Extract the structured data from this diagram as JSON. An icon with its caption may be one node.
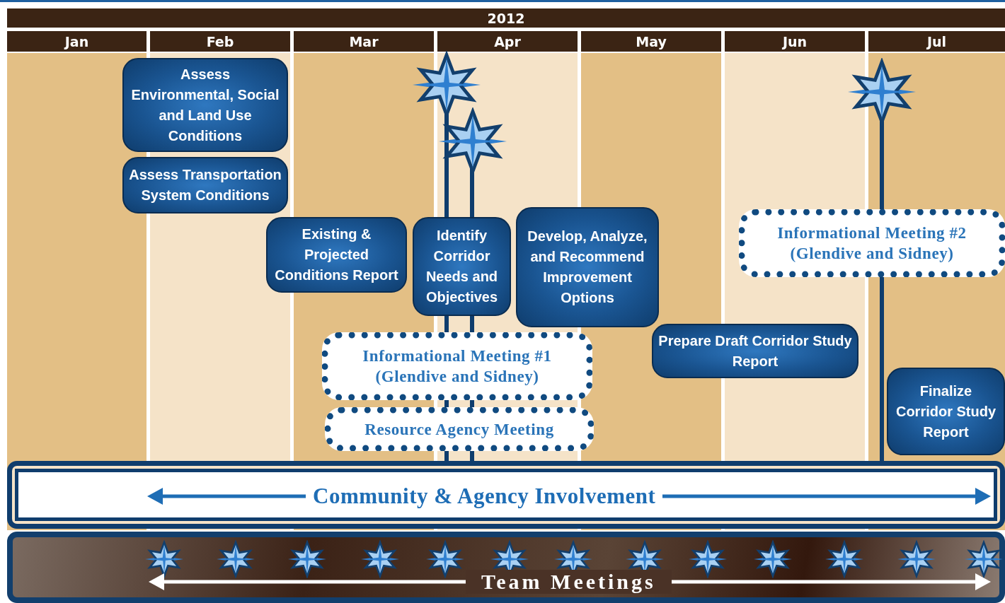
{
  "diagram": {
    "title": "2012",
    "nodes": [
      {
        "text": [
          "Assess Environmental, Social and Land Use Conditions"
        ]
      },
      {
        "text": [
          "Assess Transportation System Conditions"
        ]
      },
      {
        "text": [
          "Existing & Projected Conditions Report"
        ]
      },
      {
        "text": [
          "Identify Corridor Needs and Objectives"
        ]
      },
      {
        "text": [
          "Develop, Analyze, and Recommend Improvement Options"
        ]
      },
      {
        "text": [
          "Informational Meeting #2 (Glendive and Sidney)"
        ]
      },
      {
        "text": [
          "Informational Meeting #1 (Glendive and Sidney)"
        ]
      },
      {
        "text": [
          "Prepare Draft Corridor Study Report"
        ]
      },
      {
        "text": [
          "Resource Agency Meeting"
        ]
      },
      {
        "text": [
          "Finalize Corridor Study Report"
        ]
      },
      {
        "text": [
          "Community & Agency Involvement"
        ]
      },
      {
        "text": [
          "Team Meetings"
        ]
      },
      {
        "text": [],
        "shape": "star"
      },
      {
        "text": [],
        "shape": "star"
      },
      {
        "text": [],
        "shape": "star"
      }
    ],
    "edges": [
      {
        "from": 12,
        "to": 3,
        "arrow": "none"
      },
      {
        "from": 13,
        "to": 3,
        "arrow": "none"
      },
      {
        "from": 3,
        "to": 6,
        "arrow": "none"
      },
      {
        "from": 3,
        "to": 6,
        "arrow": "none"
      },
      {
        "from": 6,
        "to": 8,
        "arrow": "none"
      },
      {
        "from": 6,
        "to": 8,
        "arrow": "none"
      },
      {
        "from": 8,
        "to": 10,
        "arrow": "other"
      },
      {
        "from": 8,
        "to": 10,
        "arrow": "other"
      },
      {
        "from": 14,
        "to": 5,
        "arrow": "none"
      },
      {
        "from": 5,
        "to": 10,
        "arrow": "other"
      }
    ],
    "labels": [
      "Jan",
      "Feb",
      "Mar",
      "Apr",
      "May",
      "Jun",
      "Jul"
    ]
  }
}
